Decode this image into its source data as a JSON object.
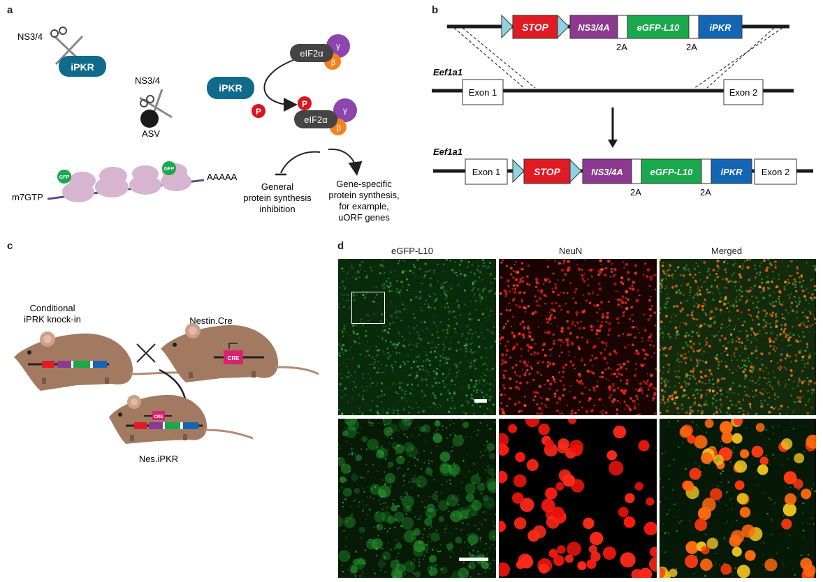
{
  "panels": {
    "a": "a",
    "b": "b",
    "c": "c",
    "d": "d"
  },
  "panel_a": {
    "ns34_top": "NS3/4",
    "ipkr_left": "iPKR",
    "ns34_mid": "NS3/4",
    "asv": "ASV",
    "ipkr_center": "iPKR",
    "p1": "P",
    "p2": "P",
    "eif_top": "eIF2α",
    "eif_bottom": "eIF2α",
    "gamma": "γ",
    "beta": "β",
    "gfp": "GFP",
    "m7gtp": "m7GTP",
    "polya": "AAAAA",
    "general": [
      "General",
      "protein synthesis",
      "inhibition"
    ],
    "specific": [
      "Gene-specific",
      "protein synthesis,",
      "for example,",
      "uORF genes"
    ]
  },
  "panel_b": {
    "stop": "STOP",
    "ns34a": "NS3/4A",
    "egfp": "eGFP-L10",
    "ipkr": "iPKR",
    "two_a": "2A",
    "gene": "Eef1a1",
    "exon1": "Exon 1",
    "exon2": "Exon 2"
  },
  "panel_c": {
    "ko_label": [
      "Conditional",
      "iPRK knock-in"
    ],
    "cre_label": "Nestin.Cre",
    "cre": "CRE",
    "offspring": "Nes.iPKR"
  },
  "panel_d": {
    "col1": "eGFP-L10",
    "col2": "NeuN",
    "col3": "Merged"
  },
  "colors": {
    "ipkr_teal": "#0f6a8b",
    "stop_red": "#e01b24",
    "ns34_purple": "#8b3a8f",
    "egfp_green": "#1aa84c",
    "ipkr_blue": "#1565b5",
    "loxp_cyan": "#8fd3e0",
    "phospho_red": "#d9141e",
    "gamma_purple": "#8e44ad",
    "beta_orange": "#f5821f",
    "eif_gray": "#444444",
    "ribosome_pink": "#d7b4cf",
    "mouse_brown": "#a27a62",
    "cre_pink": "#d6246e"
  }
}
